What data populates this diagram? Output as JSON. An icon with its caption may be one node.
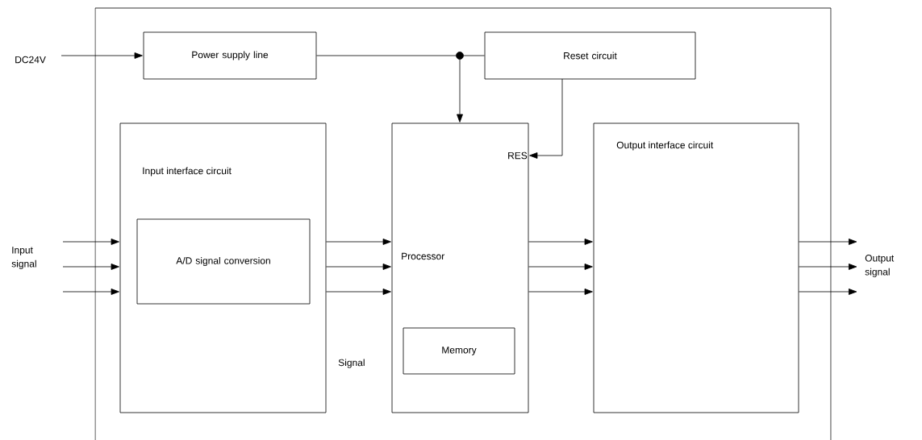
{
  "diagram": {
    "nodes": [
      {
        "text": [],
        "shape": "box"
      },
      {
        "text": [
          "DC24V"
        ]
      },
      {
        "text": [
          "Power supply line"
        ],
        "in": 0
      },
      {
        "text": [],
        "shape": "circle",
        "in": 0
      },
      {
        "text": [
          "Reset circuit"
        ],
        "in": 0
      },
      {
        "text": [
          "Input interface circuit"
        ],
        "in": 0
      },
      {
        "text": [
          "A/D signal conversion"
        ],
        "in": 5
      },
      {
        "text": [
          "RES",
          "Processor"
        ],
        "in": 0
      },
      {
        "text": [
          "Memory"
        ],
        "in": 7
      },
      {
        "text": [
          "Output interface circuit"
        ],
        "in": 0
      },
      {
        "text": [
          "Input signal"
        ]
      },
      {
        "text": [
          "Output signal"
        ]
      }
    ],
    "edges": [
      {
        "from": 1,
        "to": 2,
        "arrow": "to"
      },
      {
        "from": 2,
        "to": 3,
        "arrow": "none"
      },
      {
        "from": 3,
        "to": 4,
        "arrow": "none"
      },
      {
        "from": 3,
        "to": 7,
        "arrow": "to"
      },
      {
        "from": 4,
        "to": 7,
        "arrow": "to"
      },
      {
        "from": 10,
        "to": 5,
        "arrow": "to"
      },
      {
        "from": 10,
        "to": 5,
        "arrow": "to"
      },
      {
        "from": 10,
        "to": 5,
        "arrow": "to"
      },
      {
        "from": 5,
        "to": 7,
        "arrow": "to"
      },
      {
        "from": 5,
        "to": 7,
        "arrow": "to"
      },
      {
        "from": 5,
        "to": 7,
        "arrow": "to"
      },
      {
        "from": 7,
        "to": 9,
        "arrow": "to"
      },
      {
        "from": 7,
        "to": 9,
        "arrow": "to"
      },
      {
        "from": 7,
        "to": 9,
        "arrow": "to"
      },
      {
        "from": 9,
        "to": 11,
        "arrow": "to"
      },
      {
        "from": 9,
        "to": 11,
        "arrow": "to"
      },
      {
        "from": 9,
        "to": 11,
        "arrow": "to"
      }
    ],
    "labels": [
      "Signal"
    ]
  }
}
